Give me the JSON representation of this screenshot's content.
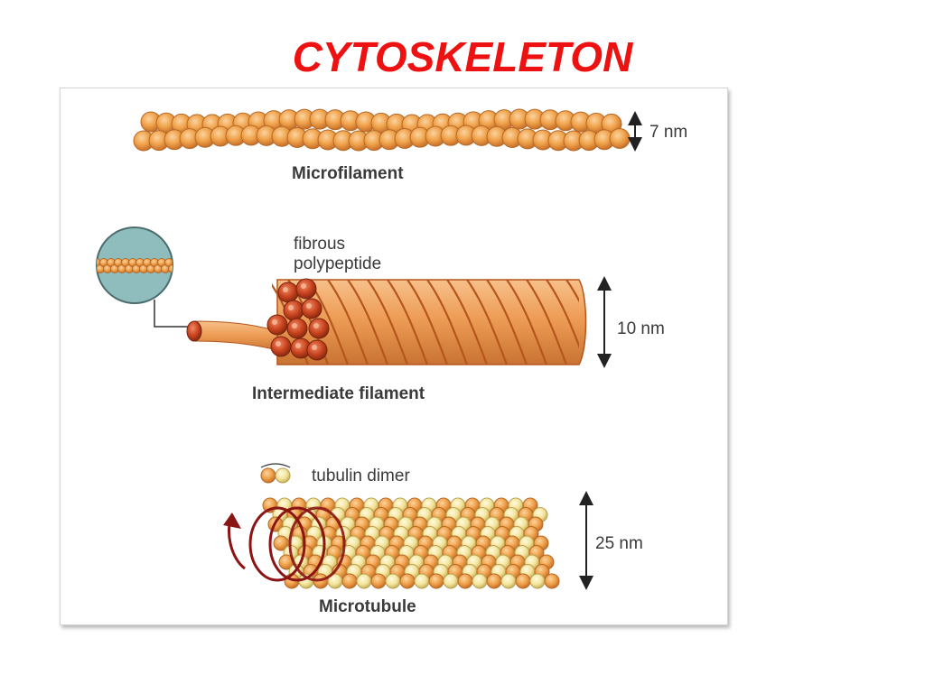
{
  "slide": {
    "title": "CYTOSKELETON"
  },
  "diagram": {
    "microfilament": {
      "label": "Microfilament",
      "size": "7 nm"
    },
    "intermediate_filament": {
      "label": "Intermediate filament",
      "inset_label_line1": "fibrous",
      "inset_label_line2": "polypeptide",
      "size": "10 nm"
    },
    "microtubule": {
      "label": "Microtubule",
      "legend_label": "tubulin dimer",
      "size": "25 nm"
    }
  },
  "colors": {
    "title": "#ee1111",
    "bead_orange": "#f0a24a",
    "bead_orange_dark": "#c8702a",
    "bead_yellow": "#f3e39a",
    "bead_yellow_dark": "#c9b45a",
    "rope_orange": "#ee9d56",
    "rope_stripe": "#b5561c",
    "strand_red": "#c8431e",
    "inset_teal": "#8fbcbc",
    "arrow_dark_red": "#8b1414",
    "arrow_line": "#222222"
  }
}
